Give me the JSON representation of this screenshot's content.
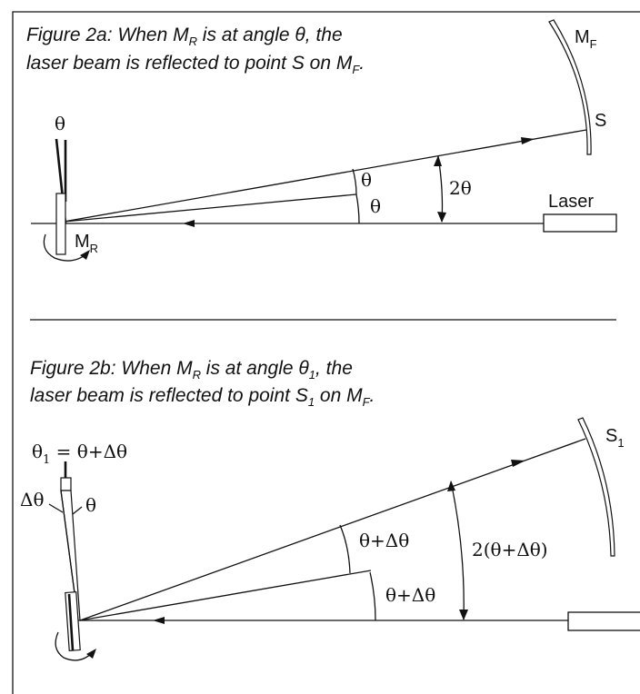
{
  "fig2a": {
    "caption_line1_a": "Figure 2a: When M",
    "caption_line1_sub": "R",
    "caption_line1_b": " is at angle ",
    "caption_line1_theta": "θ",
    "caption_line1_c": ", the",
    "caption_line2_a": "laser beam is reflected to point S on M",
    "caption_line2_sub": "F",
    "caption_line2_b": ".",
    "label_mf": "M",
    "label_mf_sub": "F",
    "label_s": "S",
    "label_theta_top": "θ",
    "label_theta_upper": "θ",
    "label_theta_lower": "θ",
    "label_2theta": "2θ",
    "label_laser": "Laser",
    "label_mr": "M",
    "label_mr_sub": "R"
  },
  "fig2b": {
    "caption_line1_a": "Figure 2b: When M",
    "caption_line1_sub": "R",
    "caption_line1_b": " is at angle ",
    "caption_line1_theta": "θ",
    "caption_line1_theta_sub": "1",
    "caption_line1_c": ", the",
    "caption_line2_a": "laser beam is reflected to point S",
    "caption_line2_sub1": "1",
    "caption_line2_b": " on M",
    "caption_line2_sub2": "F",
    "caption_line2_c": ".",
    "label_s1": "S",
    "label_s1_sub": "1",
    "label_theta1_a": "θ",
    "label_theta1_sub": "1",
    "label_theta1_b": " = θ+Δθ",
    "label_delta_theta": "Δθ",
    "label_theta": "θ",
    "label_upper_angle": "θ+Δθ",
    "label_lower_angle": "θ+Δθ",
    "label_double_angle": "2(θ+Δθ)"
  }
}
